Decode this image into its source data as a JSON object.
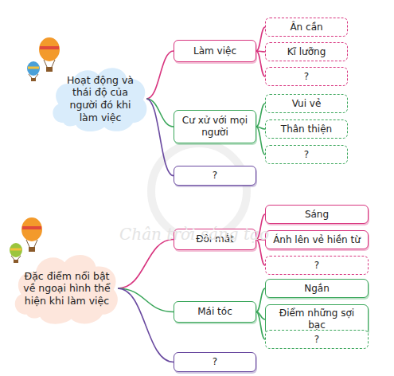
{
  "diagram": {
    "nodes": [
      {
        "text": [
          "Hoạt động và thái độ của người đó khi làm việc"
        ]
      },
      {
        "text": [
          "Làm việc"
        ]
      },
      {
        "text": [
          "Ân cần"
        ]
      },
      {
        "text": [
          "Kĩ lưỡng"
        ]
      },
      {
        "text": [
          "?"
        ]
      },
      {
        "text": [
          "Cư xử với mọi người"
        ]
      },
      {
        "text": [
          "Vui vẻ"
        ]
      },
      {
        "text": [
          "Thân thiện"
        ]
      },
      {
        "text": [
          "?"
        ]
      },
      {
        "text": [
          "?"
        ]
      },
      {
        "text": [
          "Đặc điểm nổi bật về ngoại hình thể hiện khi làm việc"
        ]
      },
      {
        "text": [
          "Đôi mắt"
        ]
      },
      {
        "text": [
          "Sáng"
        ]
      },
      {
        "text": [
          "Ánh lên vẻ hiền từ"
        ]
      },
      {
        "text": [
          "?"
        ]
      },
      {
        "text": [
          "Mái tóc"
        ]
      },
      {
        "text": [
          "Ngắn"
        ]
      },
      {
        "text": [
          "Điểm những sợi bạc"
        ]
      },
      {
        "text": [
          "?"
        ]
      },
      {
        "text": [
          "?"
        ]
      }
    ],
    "edges": [
      {
        "from": 0,
        "to": 1,
        "arrow": "none"
      },
      {
        "from": 0,
        "to": 5,
        "arrow": "none"
      },
      {
        "from": 0,
        "to": 9,
        "arrow": "none"
      },
      {
        "from": 1,
        "to": 2,
        "arrow": "none"
      },
      {
        "from": 1,
        "to": 3,
        "arrow": "none"
      },
      {
        "from": 1,
        "to": 4,
        "arrow": "none"
      },
      {
        "from": 5,
        "to": 6,
        "arrow": "none"
      },
      {
        "from": 5,
        "to": 7,
        "arrow": "none"
      },
      {
        "from": 5,
        "to": 8,
        "arrow": "none"
      },
      {
        "from": 10,
        "to": 11,
        "arrow": "none"
      },
      {
        "from": 10,
        "to": 15,
        "arrow": "none"
      },
      {
        "from": 10,
        "to": 19,
        "arrow": "none"
      },
      {
        "from": 11,
        "to": 12,
        "arrow": "none"
      },
      {
        "from": 11,
        "to": 13,
        "arrow": "none"
      },
      {
        "from": 11,
        "to": 14,
        "arrow": "none"
      },
      {
        "from": 15,
        "to": 16,
        "arrow": "none"
      },
      {
        "from": 15,
        "to": 17,
        "arrow": "none"
      },
      {
        "from": 15,
        "to": 18,
        "arrow": "none"
      }
    ],
    "labels": [
      "Chân trời sáng tạo"
    ]
  }
}
